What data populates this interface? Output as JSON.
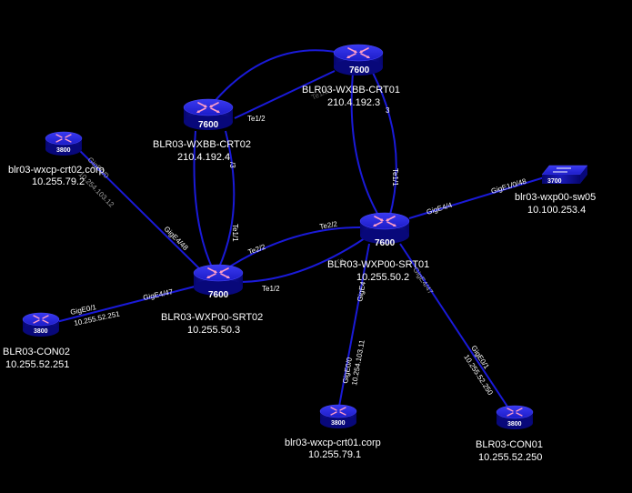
{
  "nodes": {
    "wxbb_crt01": {
      "name": "BLR03-WXBB-CRT01",
      "ip": "210.4.192.3",
      "model": "7600"
    },
    "wxbb_crt02": {
      "name": "BLR03-WXBB-CRT02",
      "ip": "210.4.192.4",
      "model": "7600"
    },
    "wxp00_srt01": {
      "name": "BLR03-WXP00-SRT01",
      "ip": "10.255.50.2",
      "model": "7600"
    },
    "wxp00_srt02": {
      "name": "BLR03-WXP00-SRT02",
      "ip": "10.255.50.3",
      "model": "7600"
    },
    "wxcp_crt02": {
      "name": "blr03-wxcp-crt02.corp",
      "ip": "10.255.79.2",
      "model": "3800"
    },
    "con02": {
      "name": "BLR03-CON02",
      "ip": "10.255.52.251",
      "model": "3800"
    },
    "wxcp_crt01": {
      "name": "blr03-wxcp-crt01.corp",
      "ip": "10.255.79.1",
      "model": "3800"
    },
    "con01": {
      "name": "BLR03-CON01",
      "ip": "10.255.52.250",
      "model": "3800"
    },
    "wxp00_sw05": {
      "name": "blr03-wxp00-sw05",
      "ip": "10.100.253.4",
      "model": "3700"
    }
  },
  "ports": {
    "crt02_crt01_te12": "Te1/2",
    "crt01_srt02_ghost": "Te1/2",
    "crt01_srt01_te11": "Te1/1",
    "crt01_srt01_te13": "3",
    "crt02_srt02_te11": "Te1/1",
    "crt02_srt02_te13": "/3",
    "srt02_srt01_te22_a": "Te2/2",
    "srt02_srt01_te22_b": "Te2/2",
    "srt02_srt01_te12": "Te1/2",
    "srt01_srt02_ghost": "Te",
    "srt02_wxcp02_gige448": "GigE4/48",
    "wxcp02_gige00": "GigE0/0",
    "wxcp02_ip": "10.254.103.12",
    "srt02_con02_gige447": "GigE4/47",
    "con02_gige01": "GigE0/1",
    "con02_ip": "10.255.52.251",
    "srt01_sw05_gige44": "GigE4/4",
    "sw05_gige1048": "GigE1/0/48",
    "srt01_wxcp01_gige4": "GigE4",
    "wxcp01_gige00": "GigE0/0",
    "wxcp01_ip": "10.254.103.11",
    "srt01_con01_gige447": "GigE4/47",
    "con01_gige01": "GigE0/1",
    "con01_ip": "10.255.52.250"
  },
  "colors": {
    "background": "#000000",
    "link": "#1a1ad8",
    "device_top": "#2a2ad8",
    "device_side": "#0a0a8a",
    "router_mark": "#ff9ec8"
  }
}
